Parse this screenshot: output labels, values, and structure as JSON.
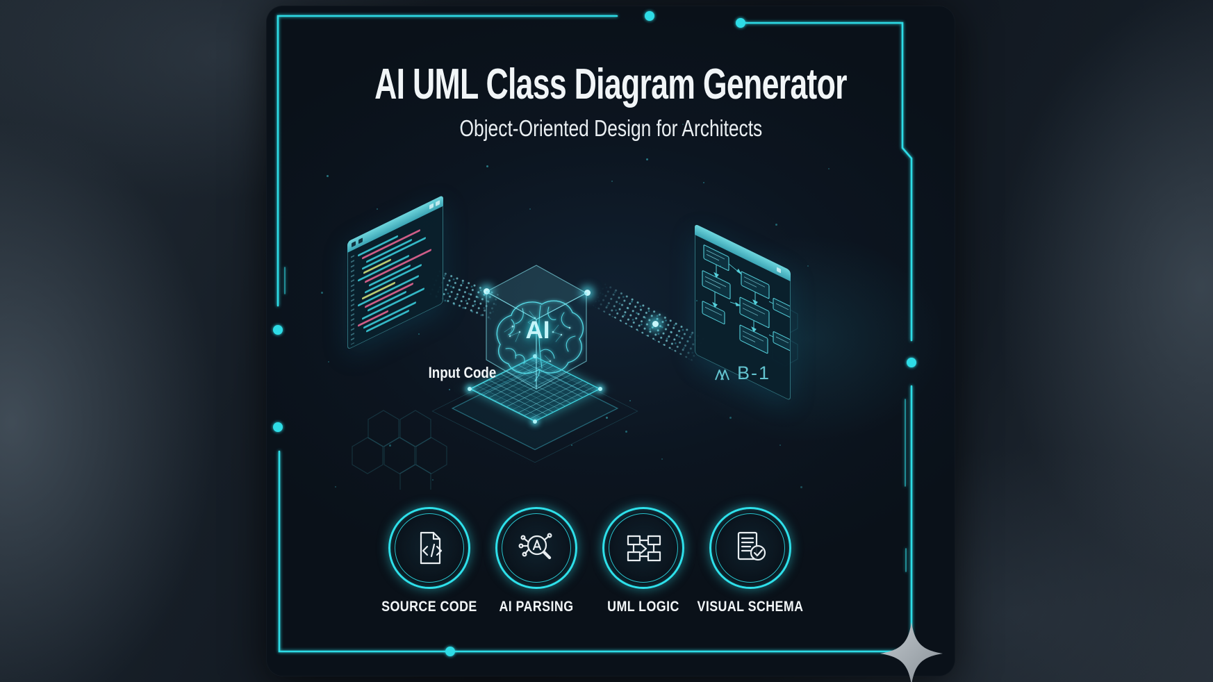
{
  "header": {
    "title": "AI UML Class Diagram Generator",
    "subtitle": "Object-Oriented Design for Architects"
  },
  "illustration": {
    "input_label": "Input Code",
    "cube_label": "AI",
    "output_label": "B-1",
    "output_icon": "uml-peaks-icon",
    "input_window": "code-editor-window",
    "output_window": "uml-diagram-window"
  },
  "features": [
    {
      "label": "SOURCE CODE",
      "icon": "code-file-icon"
    },
    {
      "label": "AI PARSING",
      "icon": "ai-magnifier-icon"
    },
    {
      "label": "UML LOGIC",
      "icon": "uml-flow-icon"
    },
    {
      "label": "VISUAL SCHEMA",
      "icon": "checked-document-icon"
    }
  ],
  "colors": {
    "accent": "#2fdce6",
    "card_bg": "#0b131d",
    "title_text": "#f1f5f7",
    "code_cyan": "#38c6d4",
    "code_pink": "#e0638f",
    "code_yellow": "#c9d97a",
    "star_silver": "#a9b1b7"
  }
}
